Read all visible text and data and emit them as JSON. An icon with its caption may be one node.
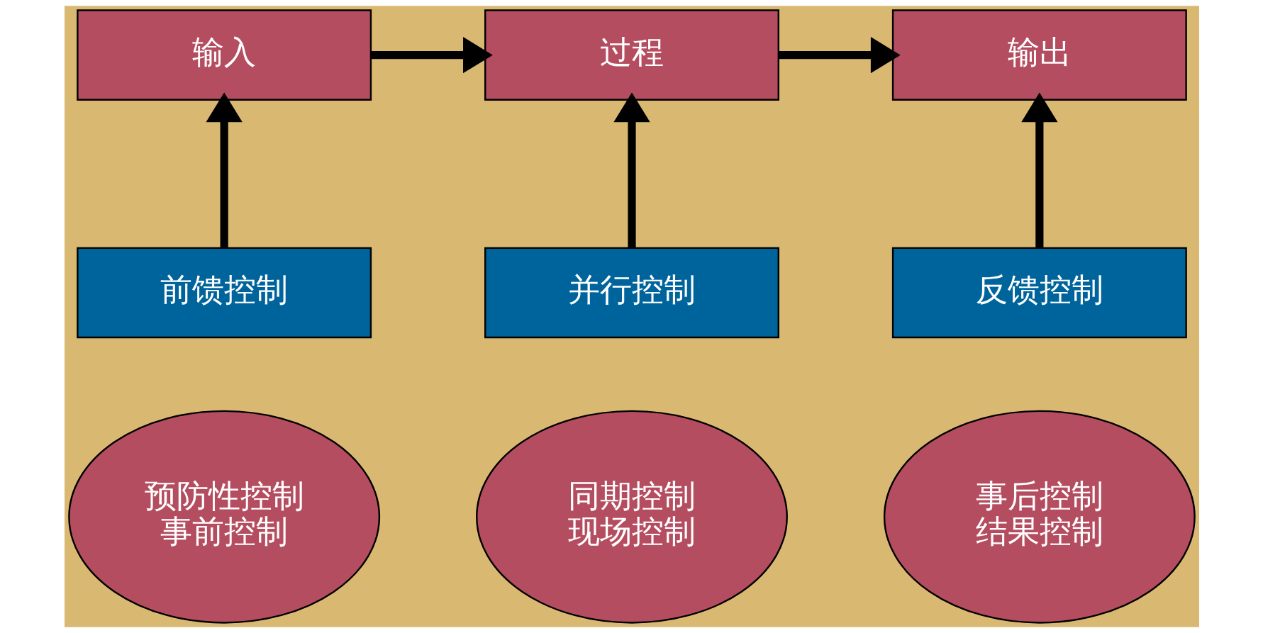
{
  "diagram": {
    "nodes": [
      {
        "text": [
          "输入"
        ]
      },
      {
        "text": [
          "过程"
        ]
      },
      {
        "text": [
          "输出"
        ]
      },
      {
        "text": [
          "前馈控制"
        ]
      },
      {
        "text": [
          "并行控制"
        ]
      },
      {
        "text": [
          "反馈控制"
        ]
      },
      {
        "text": [
          "预防性控制",
          "事前控制"
        ]
      },
      {
        "text": [
          "同期控制",
          "现场控制"
        ]
      },
      {
        "text": [
          "事后控制",
          "结果控制"
        ]
      }
    ],
    "edges": [
      {
        "from": 0,
        "to": 1,
        "arrow": "to"
      },
      {
        "from": 1,
        "to": 2,
        "arrow": "to"
      },
      {
        "from": 3,
        "to": 0,
        "arrow": "to"
      },
      {
        "from": 4,
        "to": 1,
        "arrow": "to"
      },
      {
        "from": 5,
        "to": 2,
        "arrow": "to"
      }
    ]
  }
}
